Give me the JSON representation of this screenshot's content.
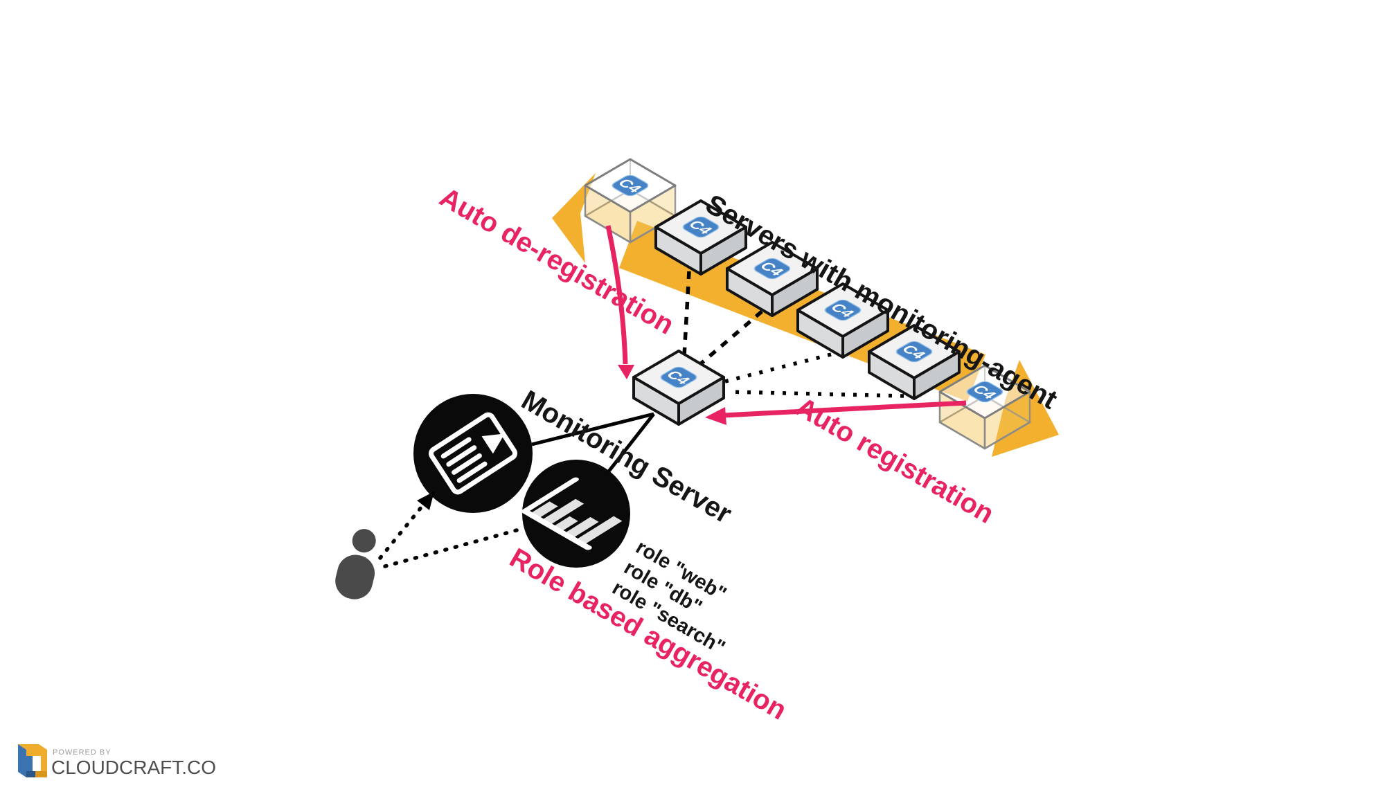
{
  "diagram": {
    "title": "Servers with monitoring-agent",
    "server_badge": "C4",
    "monitoring_server": {
      "label": "Monitoring Server",
      "badge": "C4"
    },
    "flows": {
      "deregistration": "Auto de-registration",
      "registration": "Auto registration",
      "aggregation": "Role based aggregation"
    },
    "roles": [
      "role \"web\"",
      "role \"db\"",
      "role \"search\""
    ],
    "colors": {
      "accent_pink": "#E72361",
      "band_yellow": "#F2B02E",
      "badge_blue": "#4583C6",
      "ink_black": "#141414",
      "node_black": "#0A0A0A",
      "person_gray": "#4A4A4A"
    }
  },
  "footer": {
    "powered_by": "POWERED BY",
    "brand": "CLOUDCRAFT.CO",
    "logo_colors": {
      "blue": "#3B72B0",
      "yellow": "#F0AC2C",
      "dark_blue": "#2B5687",
      "dark_yellow": "#D8941C"
    }
  }
}
